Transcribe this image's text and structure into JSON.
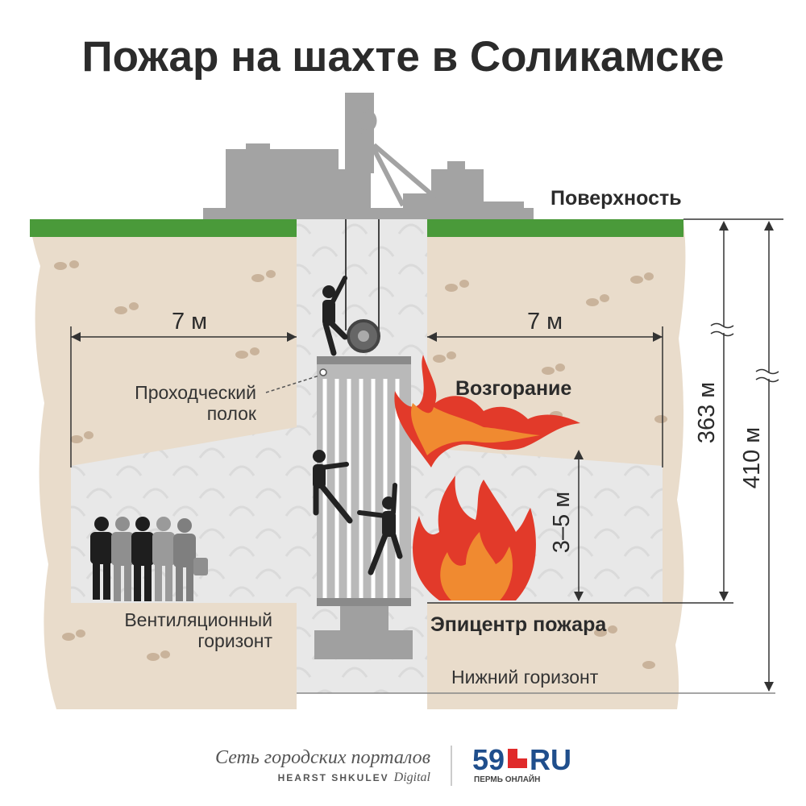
{
  "title": "Пожар на шахте в Соликамске",
  "labels": {
    "surface": "Поверхность",
    "shaft_platform_line1": "Проходческий",
    "shaft_platform_line2": "полок",
    "ignition": "Возгорание",
    "epicenter": "Эпицентр пожара",
    "vent_horizon_line1": "Вентиляционный",
    "vent_horizon_line2": "горизонт",
    "lower_horizon": "Нижний горизонт"
  },
  "dimensions": {
    "left_width": "7 м",
    "right_width": "7 м",
    "depth_363": "363 м",
    "depth_410": "410 м",
    "fire_height": "3–5 м"
  },
  "footer": {
    "portal_line1": "Сеть городских порталов",
    "portal_line2": "HEARST SHKULEV",
    "portal_line2_suffix": "Digital",
    "brand_number": "59",
    "brand_suffix": "RU",
    "brand_sub": "ПЕРМЬ ОНЛАЙН"
  },
  "colors": {
    "soil": "#e9dccb",
    "grass": "#4a9a3a",
    "tunnel": "#e8e8e8",
    "building": "#a3a3a3",
    "fire_red": "#e23a2a",
    "fire_orange": "#f08a30",
    "brand_red": "#e02a2a",
    "brand_blue": "#1f4e8c"
  }
}
